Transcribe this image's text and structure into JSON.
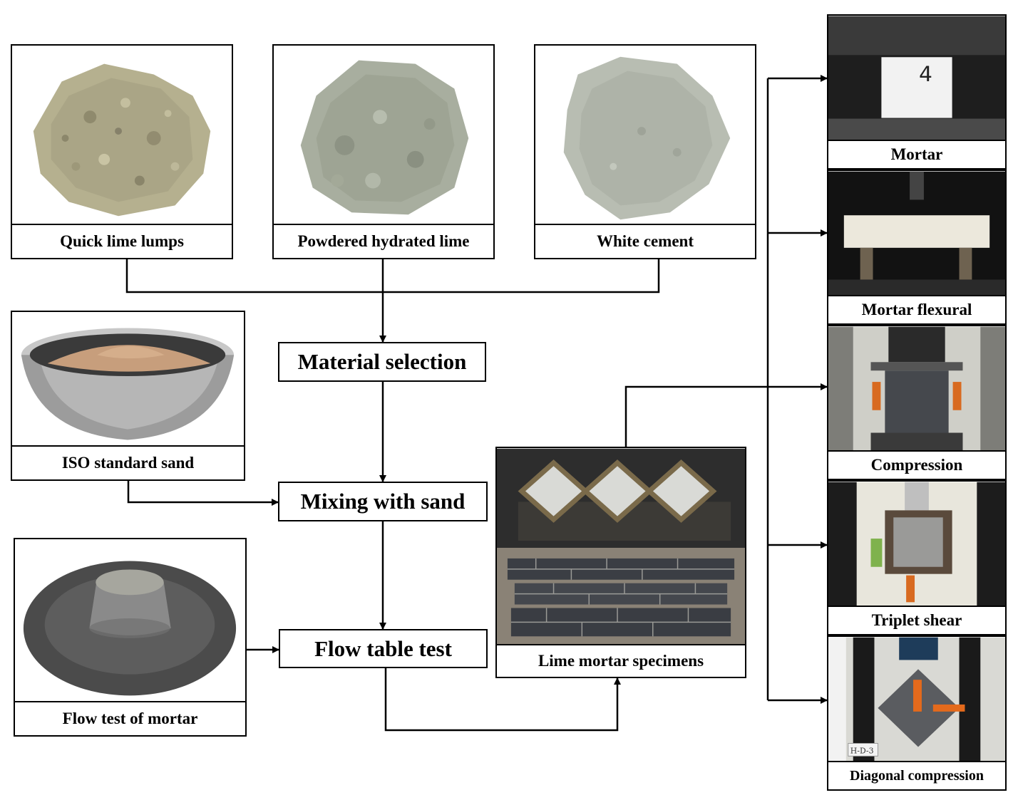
{
  "materials": {
    "quicklime": "Quick lime lumps",
    "hydrated_lime": "Powdered hydrated lime",
    "white_cement": "White cement",
    "sand": "ISO standard sand",
    "flow_test": "Flow test of mortar"
  },
  "steps": {
    "selection": "Material selection",
    "mixing": "Mixing with sand",
    "flow_table": "Flow table test"
  },
  "specimens": {
    "label": "Lime mortar specimens"
  },
  "tests": {
    "mortar": "Mortar",
    "flexural": "Mortar flexural",
    "compression": "Compression",
    "triplet": "Triplet shear",
    "diagonal": "Diagonal compression",
    "diagonal_tag": "H-D-3"
  },
  "specimen_mark": "4",
  "colors": {
    "line": "#000000",
    "background": "#ffffff"
  }
}
